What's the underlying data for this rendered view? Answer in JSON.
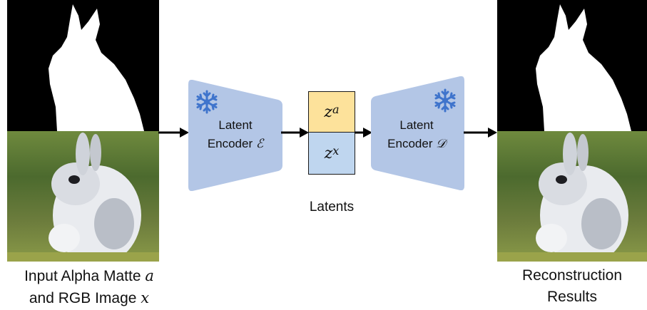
{
  "encoder": {
    "line1": "Latent",
    "line2_text": "Encoder",
    "symbol": "ℰ",
    "frozen_icon": "snowflake-icon"
  },
  "decoder": {
    "line1": "Latent",
    "line2_text": "Encoder",
    "symbol": "𝒟",
    "frozen_icon": "snowflake-icon"
  },
  "latents": {
    "alpha_base": "z",
    "alpha_sup": "a",
    "rgb_base": "z",
    "rgb_sup": "x",
    "label": "Latents",
    "alpha_color": "#fde29b",
    "rgb_color": "#bfd6ef"
  },
  "input_caption": {
    "line1_text": "Input Alpha Matte",
    "line1_var": "a",
    "line2_text": "and RGB Image",
    "line2_var": "x"
  },
  "output_caption": {
    "line1": "Reconstruction",
    "line2": "Results"
  },
  "colors": {
    "module_fill": "#b3c6e6",
    "snowflake": "#3f74cc"
  }
}
